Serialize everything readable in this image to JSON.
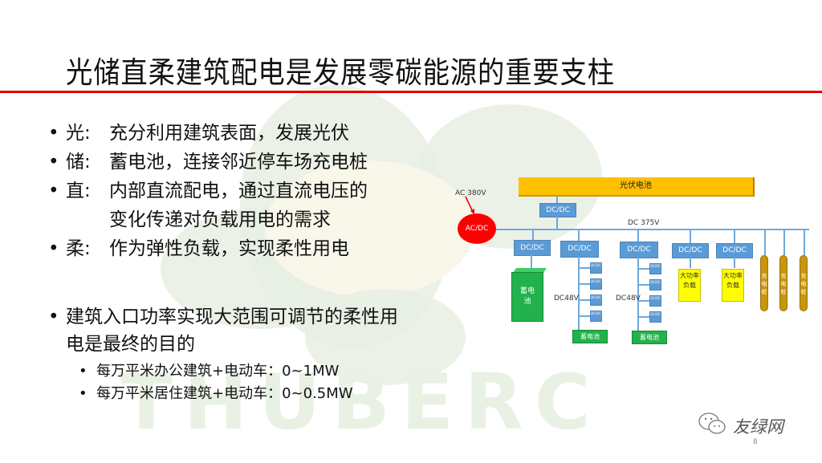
{
  "slide": {
    "title": "光储直柔建筑配电是发展零碳能源的重要支柱",
    "watermark_text": "THUBERC",
    "accent_color": "#e00000",
    "bullets": [
      {
        "dot": "•",
        "key": "光:",
        "text": "充分利用建筑表面，发展光伏"
      },
      {
        "dot": "•",
        "key": "储:",
        "text": "蓄电池，连接邻近停车场充电桩"
      },
      {
        "dot": "•",
        "key": "直:",
        "text": "内部直流配电，通过直流电压的",
        "continuation": "变化传递对负载用电的需求"
      },
      {
        "dot": "•",
        "key": "柔:",
        "text": "作为弹性负载，实现柔性用电"
      }
    ],
    "goal": {
      "dot": "•",
      "text": "建筑入口功率实现大范围可调节的柔性用",
      "continuation": "电是最终的目的",
      "sub_bullets": [
        {
          "dot": "•",
          "text": "每万平米办公建筑+电动车：0~1MW"
        },
        {
          "dot": "•",
          "text": "每万平米居住建筑+电动车：0~0.5MW"
        }
      ]
    },
    "page_number": "8"
  },
  "diagram": {
    "pv_label": "光伏电池",
    "ac_label": "AC 380V",
    "acdc_label": "AC/DC",
    "dc_bus_label": "DC 375V",
    "dcdc_label": "DC/DC",
    "mini_dcdc_label": "DC/DC",
    "dc48_label": "DC48V",
    "battery_label": "蓄电池",
    "big_battery_label": "蓄电\n池",
    "load_label": "大功率负载",
    "pile_label": "充电桩",
    "colors": {
      "pv": "#ffc000",
      "dcdc": "#5b9bd5",
      "acdc": "#ff0000",
      "battery": "#22b14c",
      "load": "#ffff00",
      "pile": "#c8960c",
      "bus": "#6fa8dc"
    }
  },
  "footer": {
    "brand": "友绿网",
    "icon": "wechat-icon"
  }
}
